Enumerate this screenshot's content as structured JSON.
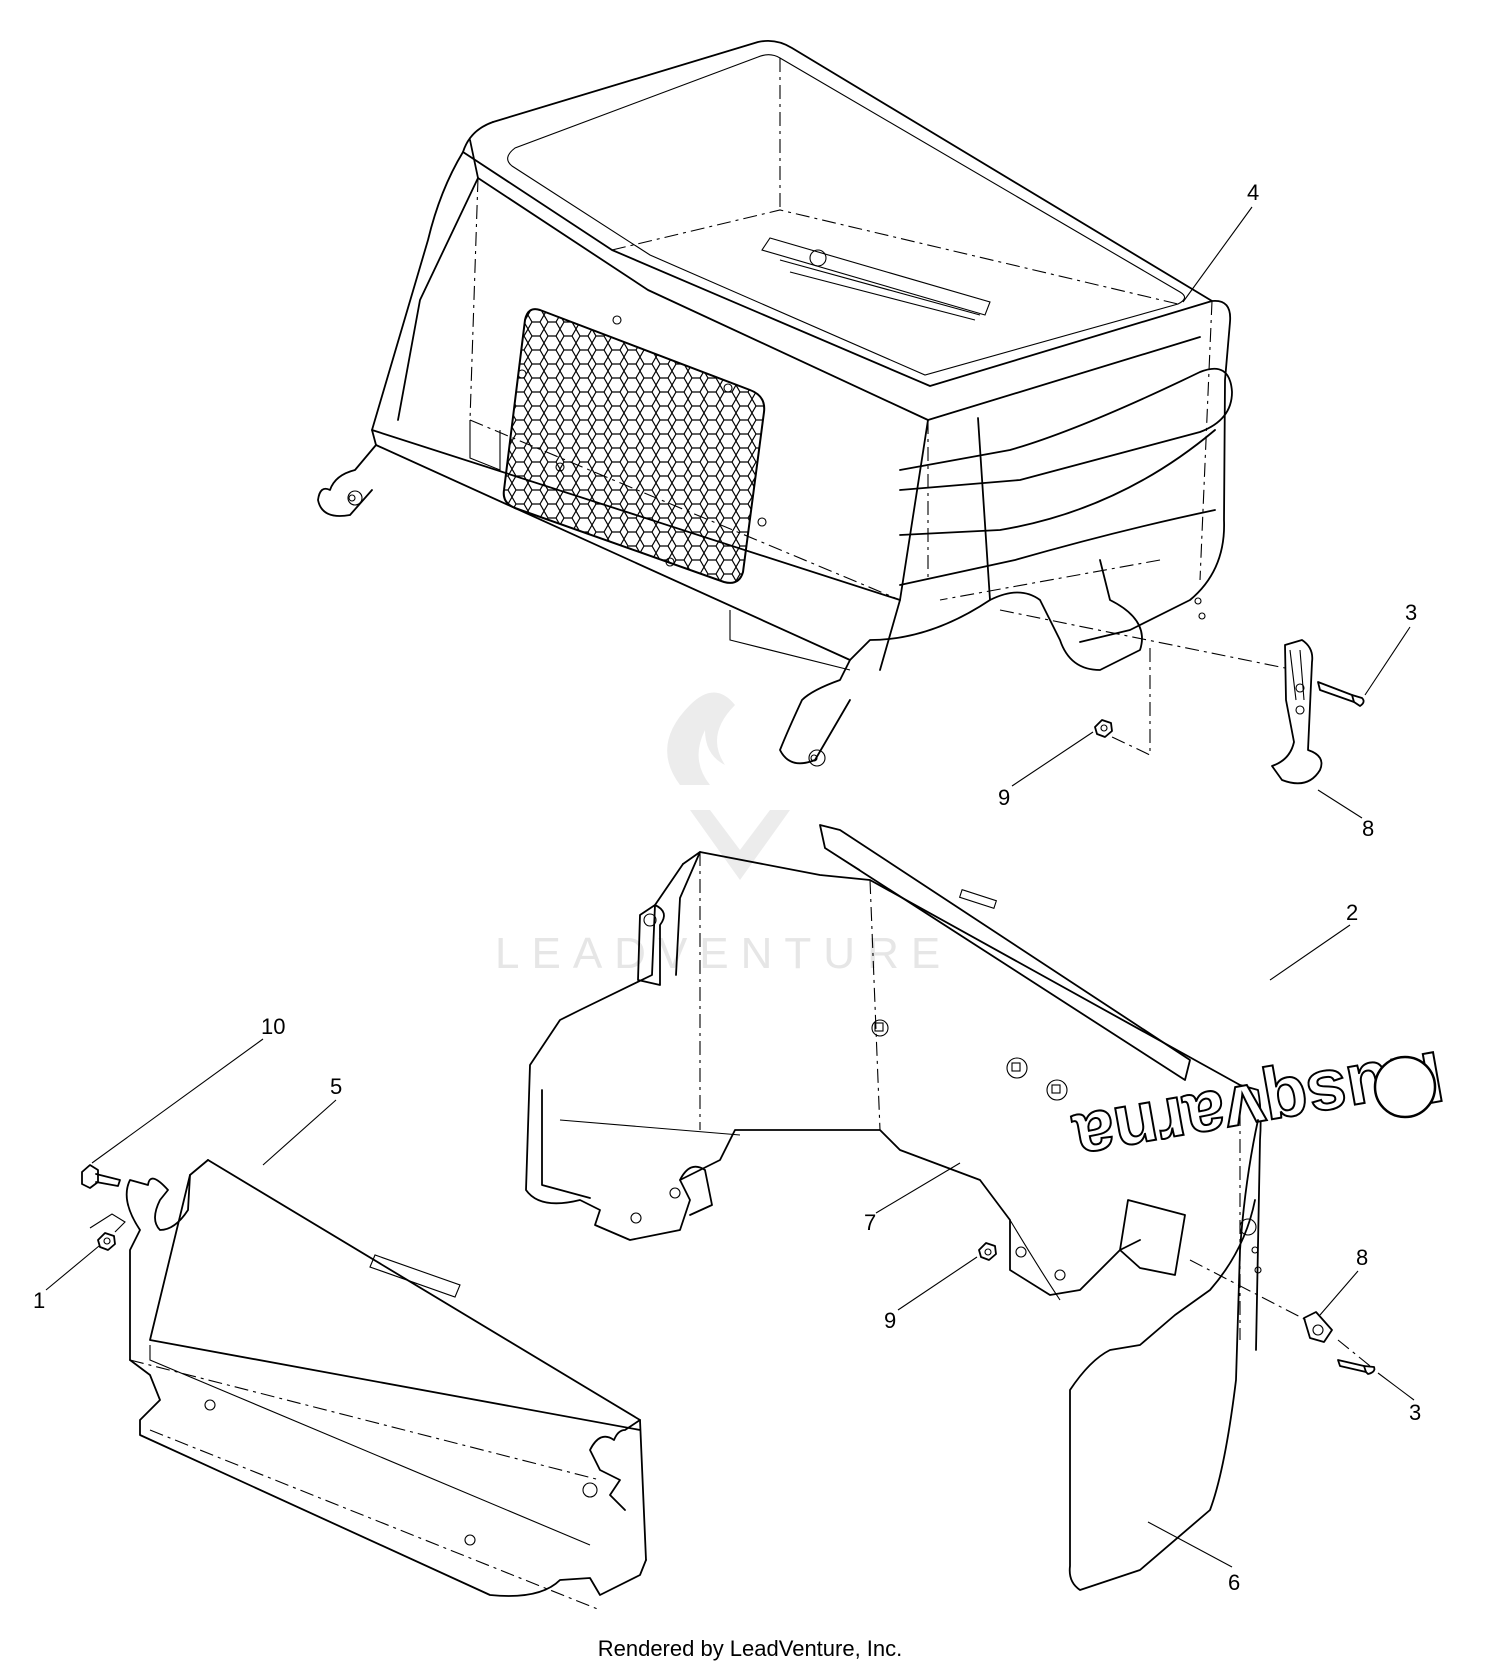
{
  "callouts": [
    {
      "id": "1",
      "text": "1"
    },
    {
      "id": "2",
      "text": "2"
    },
    {
      "id": "3a",
      "text": "3"
    },
    {
      "id": "3b",
      "text": "3"
    },
    {
      "id": "4",
      "text": "4"
    },
    {
      "id": "5",
      "text": "5"
    },
    {
      "id": "6",
      "text": "6"
    },
    {
      "id": "7",
      "text": "7"
    },
    {
      "id": "8a",
      "text": "8"
    },
    {
      "id": "8b",
      "text": "8"
    },
    {
      "id": "9a",
      "text": "9"
    },
    {
      "id": "9b",
      "text": "9"
    },
    {
      "id": "10",
      "text": "10"
    }
  ],
  "decal_text": "Husqvarna",
  "watermark": "LEADVENTURE",
  "footer": "Rendered by LeadVenture, Inc."
}
